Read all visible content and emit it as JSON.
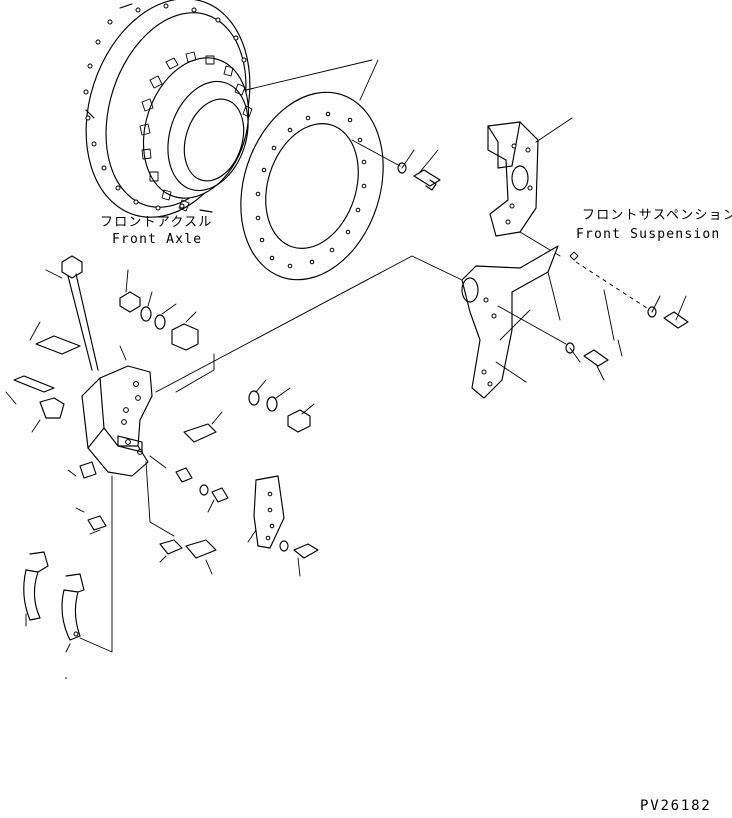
{
  "labels": {
    "front_axle_jp": "フロントアクスル",
    "front_axle_en": "Front Axle",
    "front_suspension_jp": "フロントサスペンション",
    "front_suspension_en": "Front Suspension"
  },
  "drawing_code": "PV26182"
}
